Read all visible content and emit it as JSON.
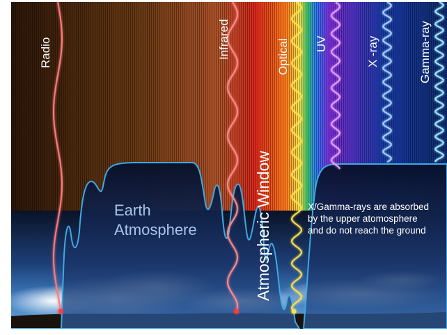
{
  "bands": {
    "radio": "Radio",
    "infrared": "Infrared",
    "optical": "Optical",
    "uv": "UV",
    "xray": "X -ray",
    "gamma": "Gamma-ray"
  },
  "atmospheric_window_label": "Atmospheric Window",
  "earth_atmosphere_label": [
    "Earth",
    "Atmosphere"
  ],
  "absorption_note": [
    "X/Gamma-rays are absorbed",
    "by the upper atomosphere",
    "and do not reach the ground"
  ],
  "colors": {
    "radio": "#c76b3a",
    "infrared": "#e04a3a",
    "optical": "#ffe14d",
    "uv": "#b46bff",
    "xray": "#4a7cff",
    "gamma": "#7ad1ff",
    "atmosphere_outline": "#3fa9e0"
  }
}
